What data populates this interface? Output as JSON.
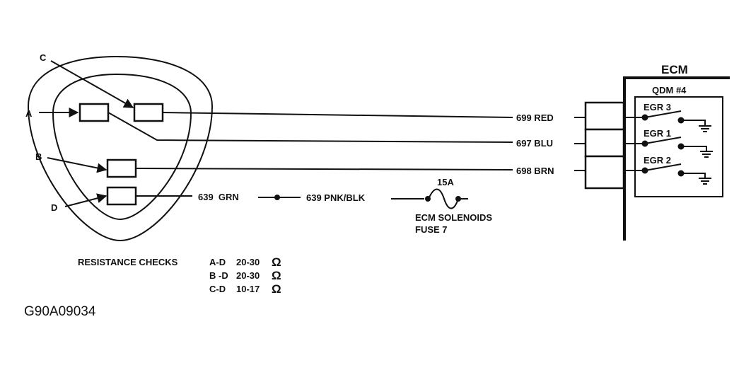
{
  "connector": {
    "pins": [
      "A",
      "B",
      "C",
      "D"
    ]
  },
  "wires": [
    {
      "circuit": "699 RED"
    },
    {
      "circuit": "697 BLU"
    },
    {
      "circuit": "698 BRN"
    },
    {
      "circuit": "639  GRN"
    },
    {
      "circuit": "639 PNK/BLK"
    }
  ],
  "fuse": {
    "rating": "15A",
    "name_line1": "ECM SOLENOIDS",
    "name_line2": "FUSE 7"
  },
  "ecm": {
    "title": "ECM",
    "module": "QDM #4",
    "switches": [
      "EGR 3",
      "EGR 1",
      "EGR 2"
    ]
  },
  "resistance": {
    "heading": "RESISTANCE CHECKS",
    "rows": [
      {
        "pair": "A-D",
        "range": "20-30",
        "unit": "Ω"
      },
      {
        "pair": "B -D",
        "range": "20-30",
        "unit": "Ω"
      },
      {
        "pair": "C-D",
        "range": "10-17",
        "unit": "Ω"
      }
    ]
  },
  "figure_id": "G90A09034"
}
